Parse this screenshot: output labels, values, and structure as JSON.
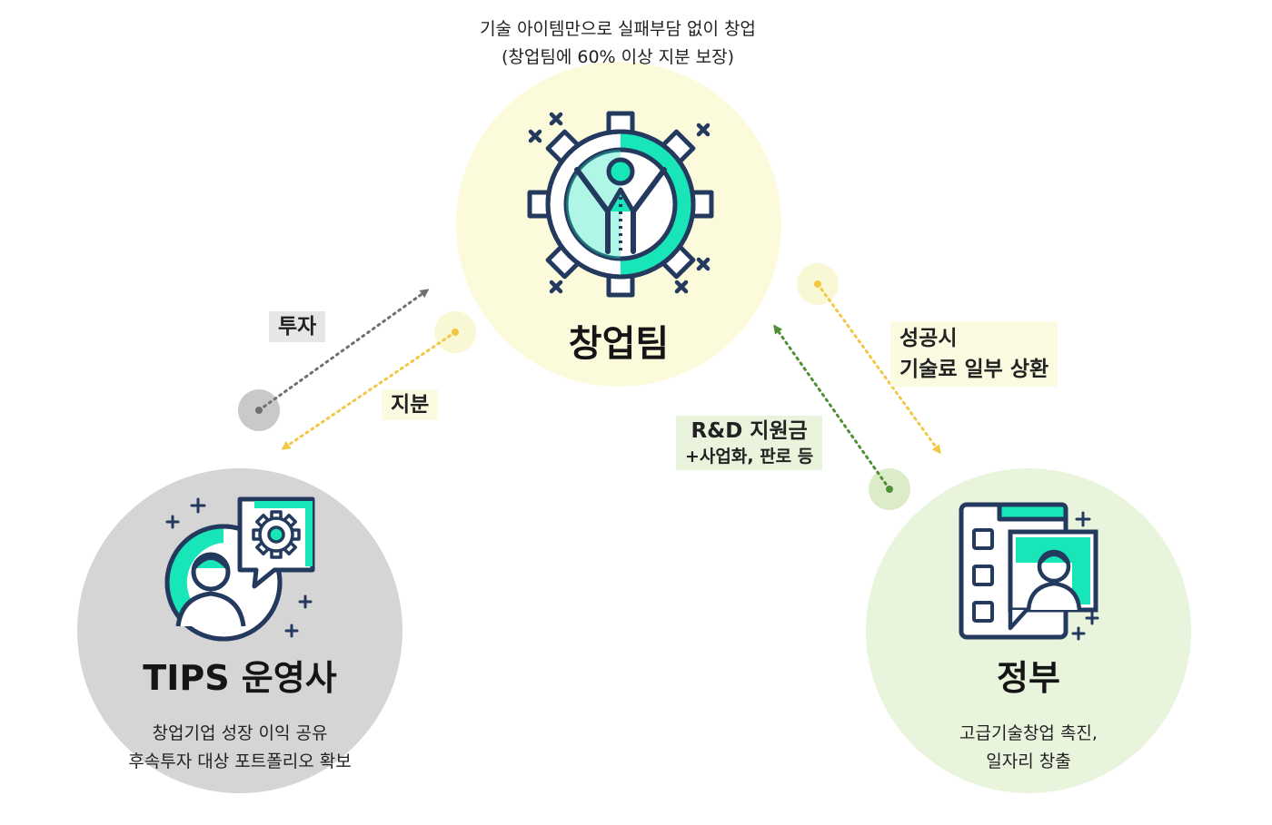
{
  "top_caption": {
    "line1": "기술 아이템만으로 실패부담 없이 창업",
    "line2": "(창업팀에 60% 이상 지분 보장)"
  },
  "nodes": {
    "startup": {
      "title": "창업팀",
      "icon": "gear-person-icon",
      "color": "#fbfbdb"
    },
    "tips": {
      "title": "TIPS 운영사",
      "icon": "person-gear-chat-icon",
      "color": "#d4d4d4",
      "desc1": "창업기업 성장 이익 공유",
      "desc2": "후속투자 대상 포트폴리오 확보"
    },
    "gov": {
      "title": "정부",
      "icon": "clipboard-person-icon",
      "color": "#e9f4dc",
      "desc1": "고급기술창업 촉진,",
      "desc2": "일자리 창출"
    }
  },
  "flows": {
    "investment": "투자",
    "equity": "지분",
    "rnd": "R&D 지원금",
    "rnd_sub": "+사업화, 판로 등",
    "royalty1": "성공시",
    "royalty2": "기술료 일부 상환"
  },
  "colors": {
    "accent_teal": "#19e6b8",
    "outline_navy": "#233a5e",
    "arrow_gray": "#707070",
    "arrow_yellow": "#f2c744",
    "arrow_green": "#4f8f36"
  }
}
